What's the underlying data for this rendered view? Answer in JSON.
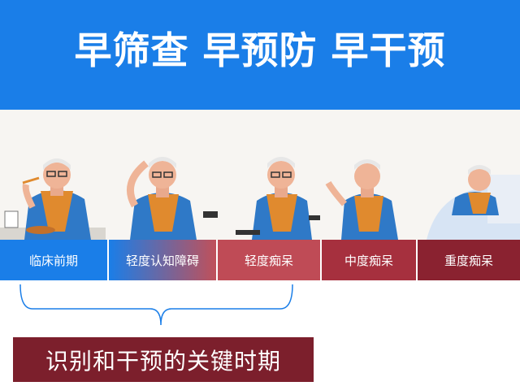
{
  "banner": {
    "title": "早筛查 早预防 早干预",
    "color": "#1a7ee8"
  },
  "stages": [
    {
      "label": "临床前期",
      "color": "#1a7ee8"
    },
    {
      "label": "轻度认知障碍",
      "color_from": "#1a7ee8",
      "color_to": "#c0505a"
    },
    {
      "label": "轻度痴呆",
      "color": "#bf4b56"
    },
    {
      "label": "中度痴呆",
      "color": "#a6303e"
    },
    {
      "label": "重度痴呆",
      "color": "#8a2230"
    }
  ],
  "figures": [
    {
      "name": "elderly-man-eating-icon"
    },
    {
      "name": "elderly-man-confused-icon"
    },
    {
      "name": "elderly-man-wheelchair-icon"
    },
    {
      "name": "elderly-man-agitated-icon"
    },
    {
      "name": "elderly-man-bedridden-icon"
    }
  ],
  "callout": {
    "text": "识别和干预的关键时期",
    "color": "#7c1f2c"
  }
}
